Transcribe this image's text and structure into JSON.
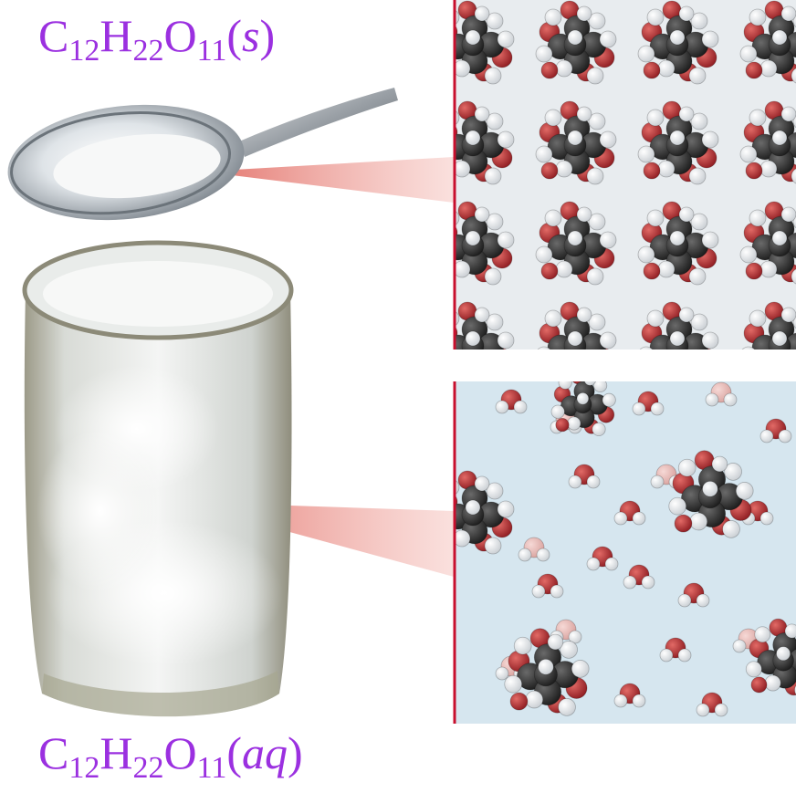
{
  "labels": {
    "solid": {
      "base1": "C",
      "sub1": "12",
      "base2": "H",
      "sub2": "22",
      "base3": "O",
      "sub3": "11",
      "open": "(",
      "phase": "s",
      "close": ")"
    },
    "aqueous": {
      "base1": "C",
      "sub1": "12",
      "base2": "H",
      "sub2": "22",
      "base3": "O",
      "sub3": "11",
      "open": "(",
      "phase": "aq",
      "close": ")"
    }
  },
  "colors": {
    "label": "#9b30e0",
    "carbon": "#2a2a2a",
    "oxygen": "#b3262c",
    "hydrogen": "#f4f4f4",
    "callout": "#e0635a",
    "panel_border": "#c8102e",
    "water_bg": "#d6e6ef"
  },
  "icons": [
    "spoon-icon",
    "glass-icon"
  ]
}
